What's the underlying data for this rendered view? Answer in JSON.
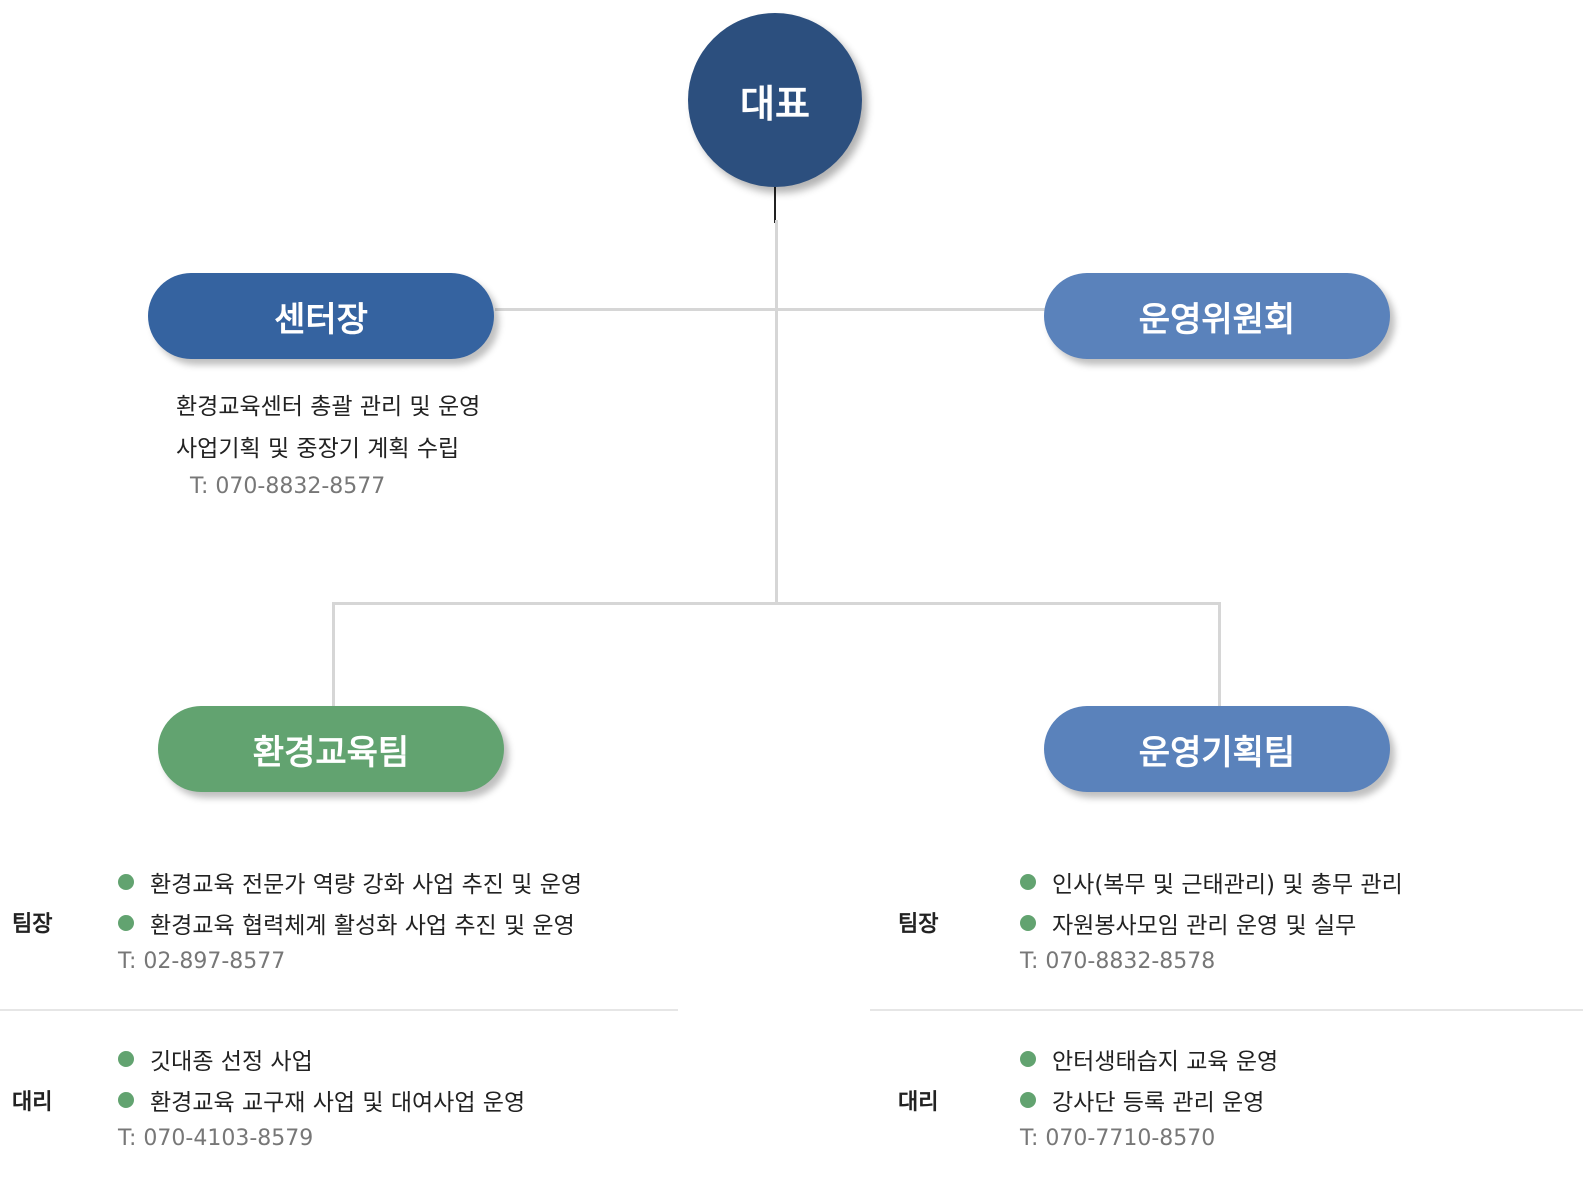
{
  "ceo": {
    "label": "대표"
  },
  "center_head": {
    "label": "센터장",
    "duties": [
      "환경교육센터 총괄 관리 및 운영",
      "사업기획 및 중장기 계획 수립"
    ],
    "tel": "T: 070-8832-8577"
  },
  "committee": {
    "label": "운영위원회"
  },
  "teams": [
    {
      "label": "환경교육팀",
      "color": "#62a370",
      "members": [
        {
          "role": "팀장",
          "duties": [
            "환경교육 전문가 역량 강화 사업 추진 및 운영",
            "환경교육 협력체계 활성화 사업 추진 및 운영"
          ],
          "tel": "T: 02-897-8577"
        },
        {
          "role": "대리",
          "duties": [
            "깃대종 선정 사업",
            "환경교육 교구재 사업 및 대여사업 운영"
          ],
          "tel": "T: 070-4103-8579"
        }
      ]
    },
    {
      "label": "운영기획팀",
      "color": "#5a82bb",
      "members": [
        {
          "role": "팀장",
          "duties": [
            "인사(복무 및 근태관리) 및 총무 관리",
            "자원봉사모임 관리 운영 및 실무"
          ],
          "tel": "T: 070-8832-8578"
        },
        {
          "role": "대리",
          "duties": [
            "안터생태습지 교육 운영",
            "강사단 등록 관리 운영"
          ],
          "tel": "T: 070-7710-8570"
        }
      ]
    }
  ]
}
